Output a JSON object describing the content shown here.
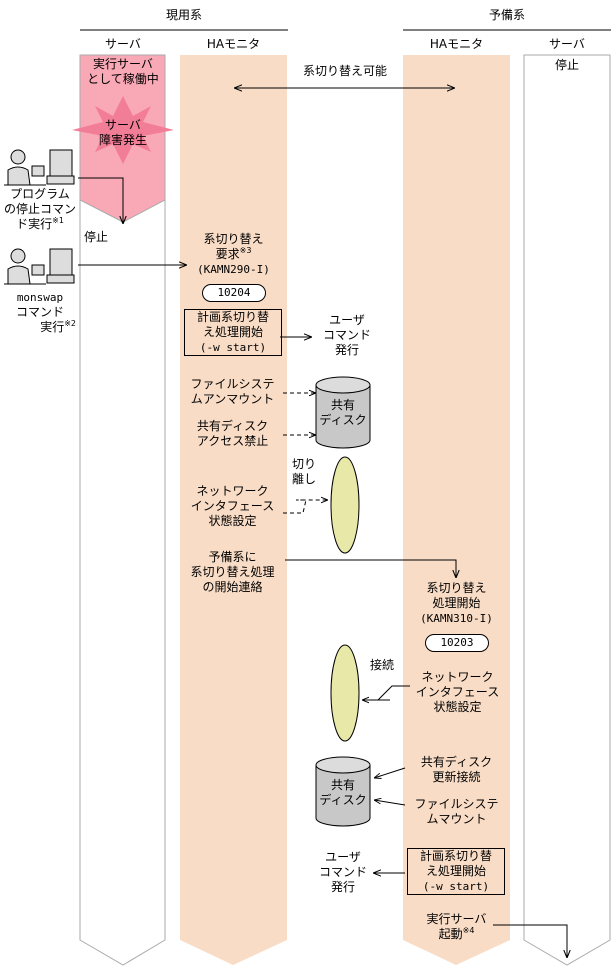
{
  "sections": {
    "active": "現用系",
    "standby": "予備系"
  },
  "columns": {
    "active_server": "サーバ",
    "active_ha": "HAモニタ",
    "standby_ha": "HAモニタ",
    "standby_server": "サーバ"
  },
  "colors": {
    "ha_column": "#f8dcc6",
    "fault_fill": "#f9a8b6",
    "burst_fill": "#f27d96",
    "ellipse_fill": "#e8e8a8",
    "disk_fill": "#c8c8c8"
  },
  "icons": [
    "operator-terminal-icon",
    "operator-terminal-icon",
    "shared-disk-icon",
    "shared-disk-icon",
    "network-ellipse-icon",
    "network-ellipse-icon",
    "starburst-icon"
  ],
  "labels": {
    "running_l1": "実行サーバ",
    "running_l2": "として稼働中",
    "fault_l1": "サーバ",
    "fault_l2": "障害発生",
    "stopped_active": "停止",
    "stopped_standby": "停止",
    "switchable": "系切り替え可能",
    "program_l1": "プログラム",
    "program_l2": "の停止コマン",
    "program_l3": "ド実行",
    "program_note": "※1",
    "monswap_l1": "monswap",
    "monswap_l2": "コマンド",
    "monswap_l3": "実行",
    "monswap_note": "※2",
    "request_l1": "系切り替え",
    "request_l2": "要求",
    "request_note": "※3",
    "request_msg": "(KAMN290-I)",
    "request_code": "10204",
    "plan_l1": "計画系切り替",
    "plan_l2": "え処理開始",
    "plan_l3": "(-w start)",
    "user_cmd_l1": "ユーザ",
    "user_cmd_l2": "コマンド",
    "user_cmd_l3": "発行",
    "unmount_l1": "ファイルシステ",
    "unmount_l2": "ムアンマウント",
    "disk_a_l1": "共有",
    "disk_a_l2": "ディスク",
    "access_l1": "共有ディスク",
    "access_l2": "アクセス禁止",
    "detach_l1": "切り",
    "detach_l2": "離し",
    "net_a_l1": "ネットワーク",
    "net_a_l2": "インタフェース",
    "net_a_l3": "状態設定",
    "notify_l1": "予備系に",
    "notify_l2": "系切り替え処理",
    "notify_l3": "の開始連絡",
    "start_l1": "系切り替え",
    "start_l2": "処理開始",
    "start_msg": "(KAMN310-I)",
    "start_code": "10203",
    "connect": "接続",
    "net_b_l1": "ネットワーク",
    "net_b_l2": "インタフェース",
    "net_b_l3": "状態設定",
    "disk_b_l1": "共有",
    "disk_b_l2": "ディスク",
    "reconnect_l1": "共有ディスク",
    "reconnect_l2": "更新接続",
    "mount_l1": "ファイルシステ",
    "mount_l2": "ムマウント",
    "plan_b_l1": "計画系切り替",
    "plan_b_l2": "え処理開始",
    "plan_b_l3": "(-w start)",
    "user_cmd_b_l1": "ユーザ",
    "user_cmd_b_l2": "コマンド",
    "user_cmd_b_l3": "発行",
    "boot_l1": "実行サーバ",
    "boot_l2": "起動",
    "boot_note": "※4"
  }
}
